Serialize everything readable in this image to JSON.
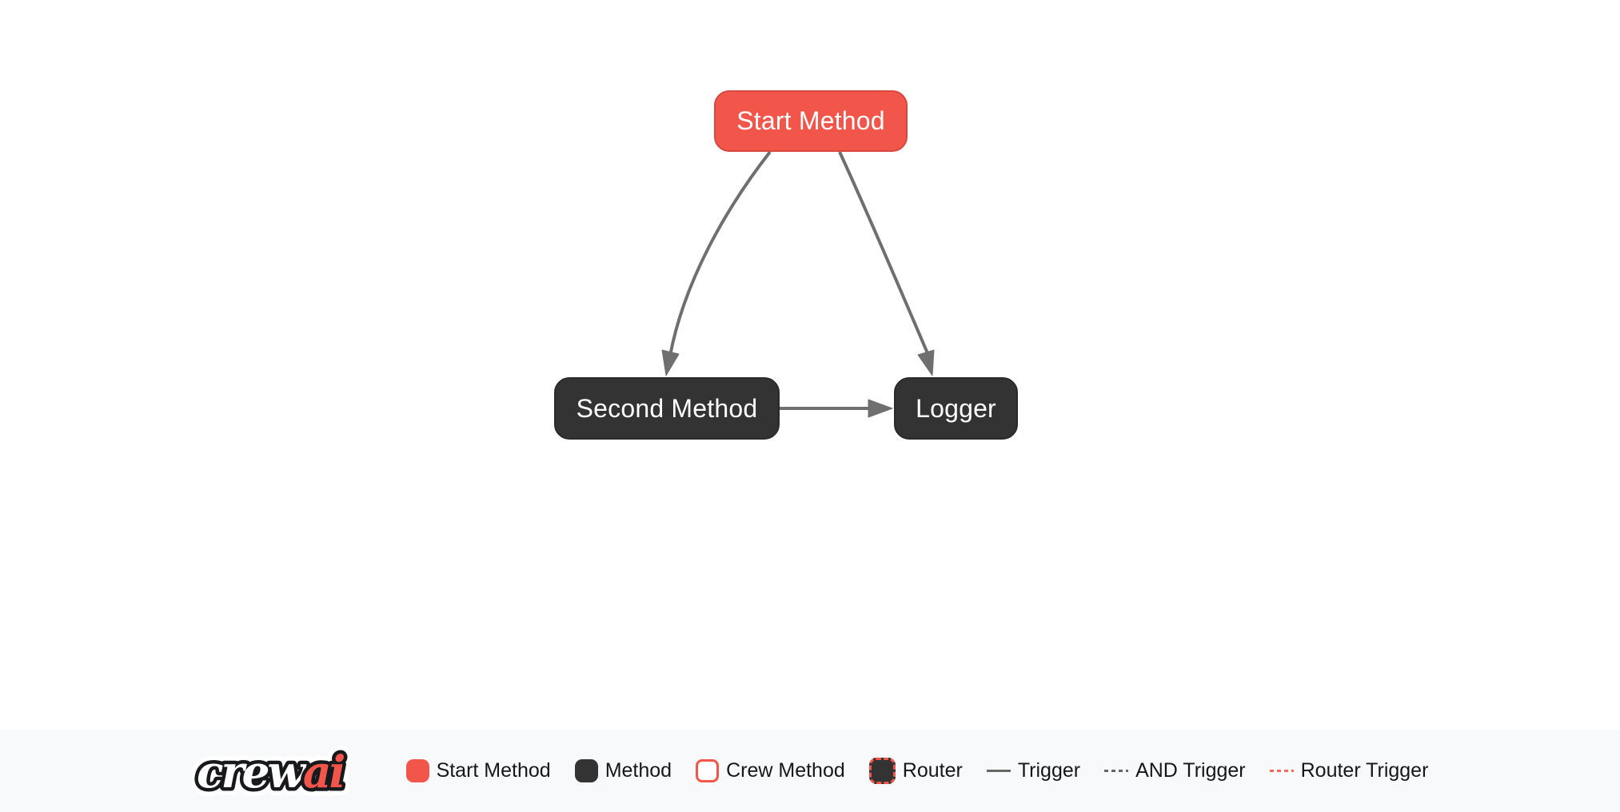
{
  "diagram": {
    "nodes": [
      {
        "label": "Start Method",
        "type": "start-method"
      },
      {
        "label": "Second Method",
        "type": "method"
      },
      {
        "label": "Logger",
        "type": "method"
      }
    ],
    "edges": [
      {
        "from": "Start Method",
        "to": "Second Method",
        "type": "trigger"
      },
      {
        "from": "Start Method",
        "to": "Logger",
        "type": "trigger"
      },
      {
        "from": "Second Method",
        "to": "Logger",
        "type": "trigger"
      }
    ]
  },
  "legend": {
    "logo": {
      "part1": "crew",
      "part2": "ai"
    },
    "items": [
      {
        "label": "Start Method",
        "swatch": "start-method-node"
      },
      {
        "label": "Method",
        "swatch": "method-node"
      },
      {
        "label": "Crew Method",
        "swatch": "crew-method-node"
      },
      {
        "label": "Router",
        "swatch": "router-node"
      },
      {
        "label": "Trigger",
        "swatch": "trigger-line"
      },
      {
        "label": "AND Trigger",
        "swatch": "and-trigger-line"
      },
      {
        "label": "Router Trigger",
        "swatch": "router-trigger-line"
      }
    ]
  },
  "colors": {
    "start_node": "#F2564B",
    "method_node": "#333333",
    "edge": "#6F6F6F",
    "router_accent": "#F0685E",
    "legend_background": "#F8F9FA",
    "canvas_background": "#FFFFFF",
    "node_text": "#FFFFFF",
    "legend_text": "#15181B"
  }
}
